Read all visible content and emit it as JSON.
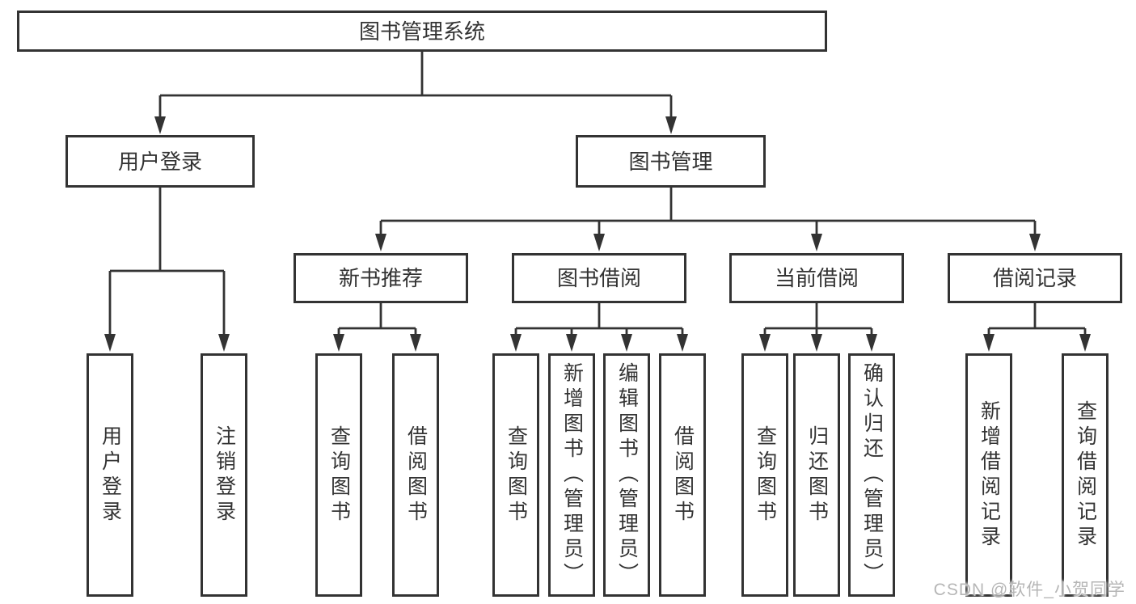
{
  "diagram": {
    "root": {
      "label": "图书管理系统"
    },
    "level2": [
      {
        "label": "用户登录"
      },
      {
        "label": "图书管理"
      }
    ],
    "level3": [
      {
        "label": "新书推荐"
      },
      {
        "label": "图书借阅"
      },
      {
        "label": "当前借阅"
      },
      {
        "label": "借阅记录"
      }
    ],
    "leaves": {
      "login": [
        {
          "label": "用户登录"
        },
        {
          "label": "注销登录"
        }
      ],
      "new_book": [
        {
          "label": "查询图书"
        },
        {
          "label": "借阅图书"
        }
      ],
      "borrowing": [
        {
          "label": "查询图书"
        },
        {
          "label": "新增图书（管理员）"
        },
        {
          "label": "编辑图书（管理员）"
        },
        {
          "label": "借阅图书"
        }
      ],
      "current": [
        {
          "label": "查询图书"
        },
        {
          "label": "归还图书"
        },
        {
          "label": "确认归还（管理员）"
        }
      ],
      "records": [
        {
          "label": "新增借阅记录"
        },
        {
          "label": "查询借阅记录"
        }
      ]
    },
    "watermark": "CSDN @软件_小贺同学",
    "colors": {
      "line": "#333333",
      "text": "#333333",
      "watermark": "#b6b6b6",
      "background": "#ffffff"
    }
  }
}
